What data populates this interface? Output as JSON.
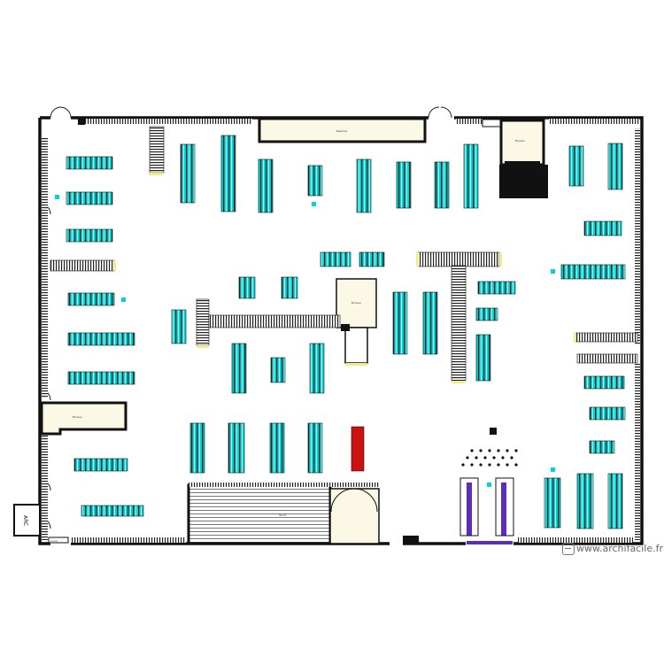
{
  "plan": {
    "room_labels": {
      "top_reserve": "Réserve",
      "right_office": "Bureau",
      "center_office": "Bureau",
      "left_office": "Bureau",
      "bottom_area": "Stock",
      "bottom_left_small": "Local"
    },
    "side_door_label": "ARC",
    "colors": {
      "wall": "#111111",
      "shelf_fill": "#ffffff",
      "cyan": "#00d4d4",
      "room_fill": "#fbf8e6",
      "purple": "#5b2dbb",
      "red": "#cc1111",
      "yellow_accent": "#f2ec8a"
    }
  },
  "watermark": {
    "text": "www.archifacile.fr"
  }
}
